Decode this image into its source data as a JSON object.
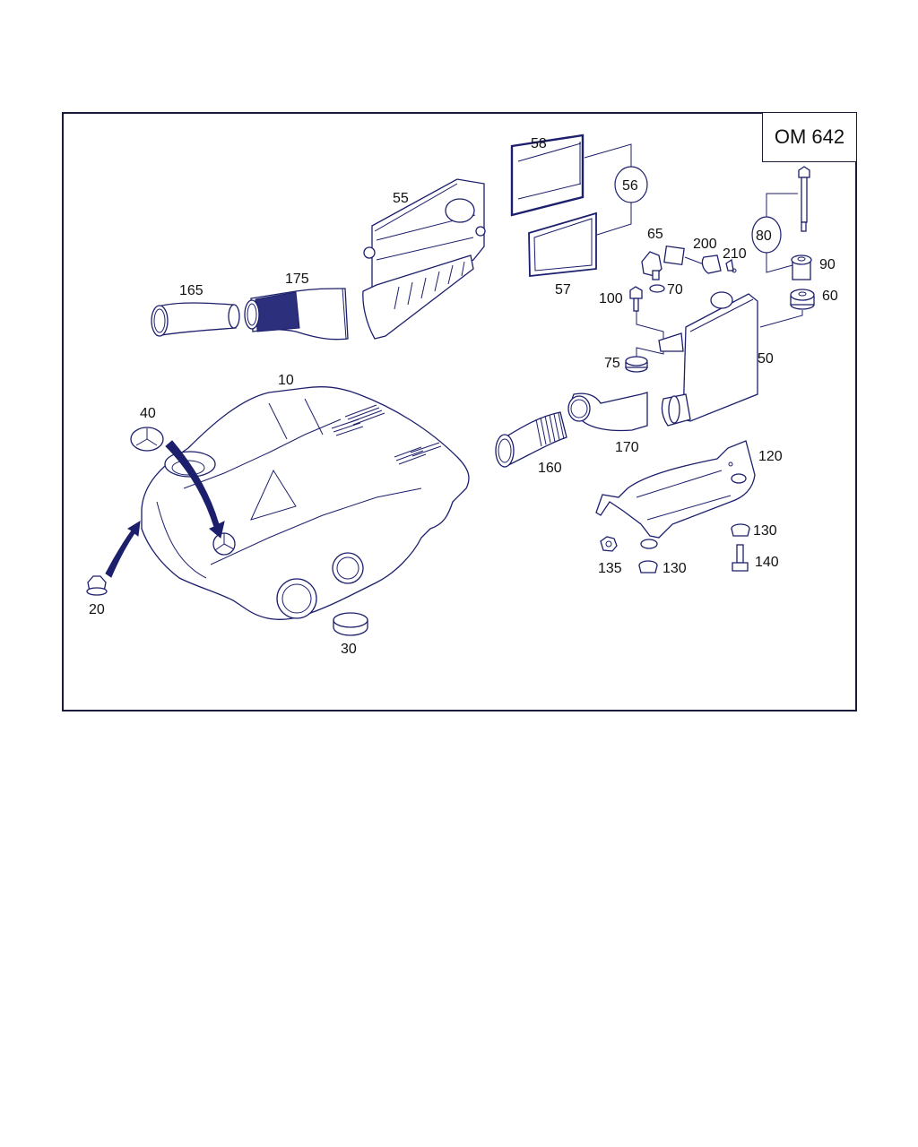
{
  "diagram": {
    "engine_code": "OM 642",
    "part_labels": {
      "p10": "10",
      "p20": "20",
      "p30": "30",
      "p40": "40",
      "p50": "50",
      "p55": "55",
      "p56": "56",
      "p57": "57",
      "p58": "58",
      "p60": "60",
      "p65": "65",
      "p70": "70",
      "p75": "75",
      "p80": "80",
      "p90": "90",
      "p100": "100",
      "p120": "120",
      "p130a": "130",
      "p130b": "130",
      "p135": "135",
      "p140": "140",
      "p160": "160",
      "p165": "165",
      "p170": "170",
      "p175": "175",
      "p200": "200",
      "p210": "210"
    },
    "grouped_callouts": {
      "56": [
        "57",
        "58"
      ],
      "80": [
        "90"
      ]
    },
    "colors": {
      "line": "#1c1f6b",
      "frame": "#1a1a3a",
      "text": "#111111"
    }
  }
}
